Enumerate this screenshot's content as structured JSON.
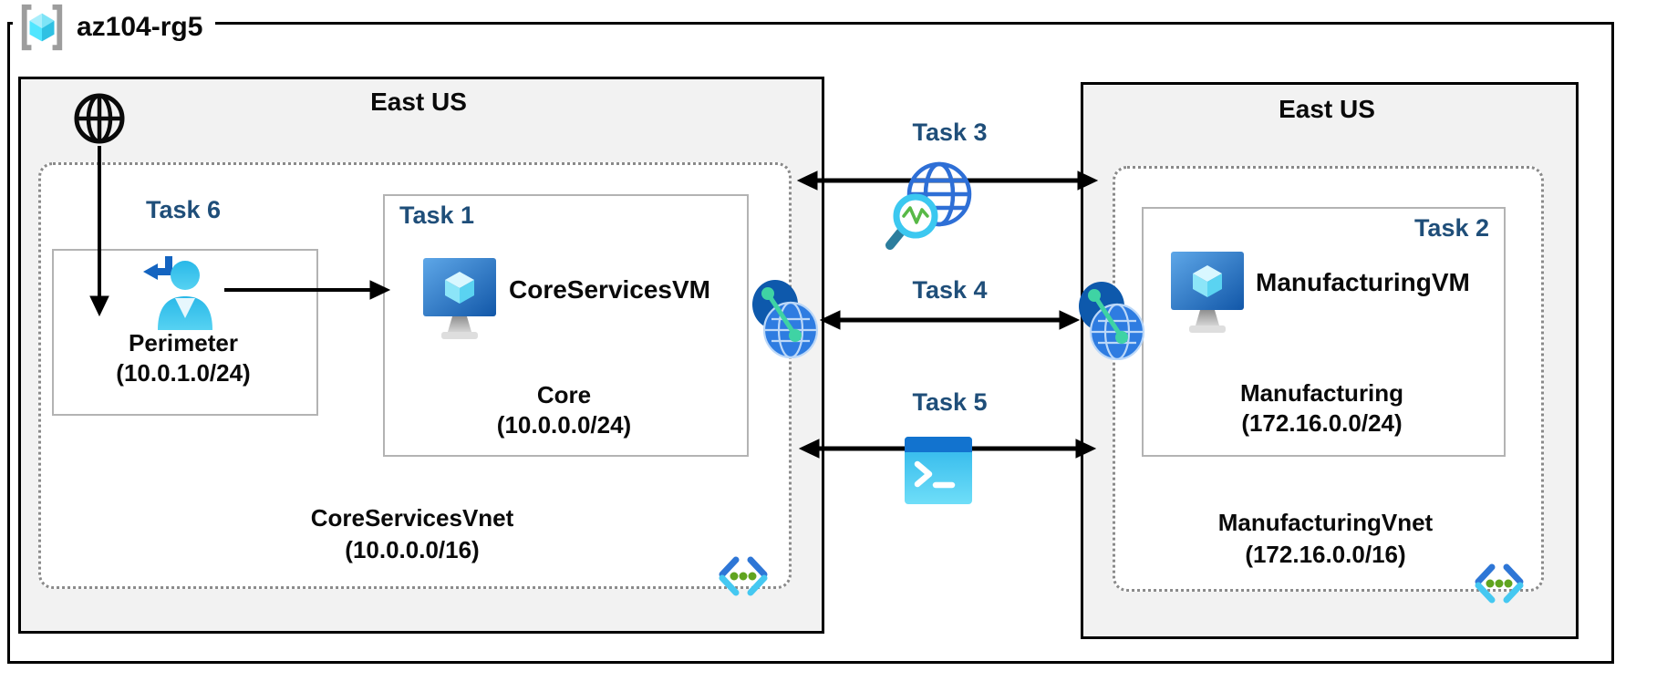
{
  "colors": {
    "task_label": "#1F4E79",
    "region_bg": "#f2f2f2",
    "region_border": "#000000",
    "vnet_border": "#8a8a8a",
    "subnet_border": "#b3b3b3",
    "arrow": "#000000",
    "azure_blue": "#2e76d6",
    "cyan": "#50e6ff",
    "bracket_gray": "#9d9d9d",
    "green_dots": "#60a41f",
    "peering_green": "#3fd3a4"
  },
  "resource_group": {
    "label": "az104-rg5",
    "icon": "resource-group-icon"
  },
  "regions": {
    "left": {
      "title": "East US",
      "internet_icon": "internet-globe-icon",
      "vnet": {
        "name": "CoreServicesVnet",
        "cidr": "(10.0.0.0/16)",
        "icon": "virtual-network-icon"
      },
      "subnets": {
        "perimeter": {
          "task": "Task 6",
          "name": "Perimeter",
          "cidr": "(10.0.1.0/24)",
          "icon": "user-sign-in-icon"
        },
        "core": {
          "task": "Task 1",
          "vm_name": "CoreServicesVM",
          "name": "Core",
          "cidr": "(10.0.0.0/24)",
          "icon": "virtual-machine-icon"
        }
      }
    },
    "right": {
      "title": "East US",
      "vnet": {
        "name": "ManufacturingVnet",
        "cidr": "(172.16.0.0/16)",
        "icon": "virtual-network-icon"
      },
      "subnets": {
        "manufacturing": {
          "task": "Task 2",
          "vm_name": "ManufacturingVM",
          "name": "Manufacturing",
          "cidr": "(172.16.0.0/24)",
          "icon": "virtual-machine-icon"
        }
      }
    }
  },
  "connections": {
    "task3": {
      "label": "Task 3",
      "icon": "network-watcher-icon",
      "type": "bidirectional-arrow"
    },
    "task4": {
      "label": "Task 4",
      "left_icon": "vnet-peering-icon",
      "right_icon": "vnet-peering-icon",
      "type": "bidirectional-arrow"
    },
    "task5": {
      "label": "Task 5",
      "icon": "cloud-shell-icon",
      "type": "bidirectional-arrow"
    },
    "internet_to_perimeter": {
      "type": "down-arrow"
    },
    "perimeter_to_core": {
      "type": "right-arrow"
    }
  }
}
